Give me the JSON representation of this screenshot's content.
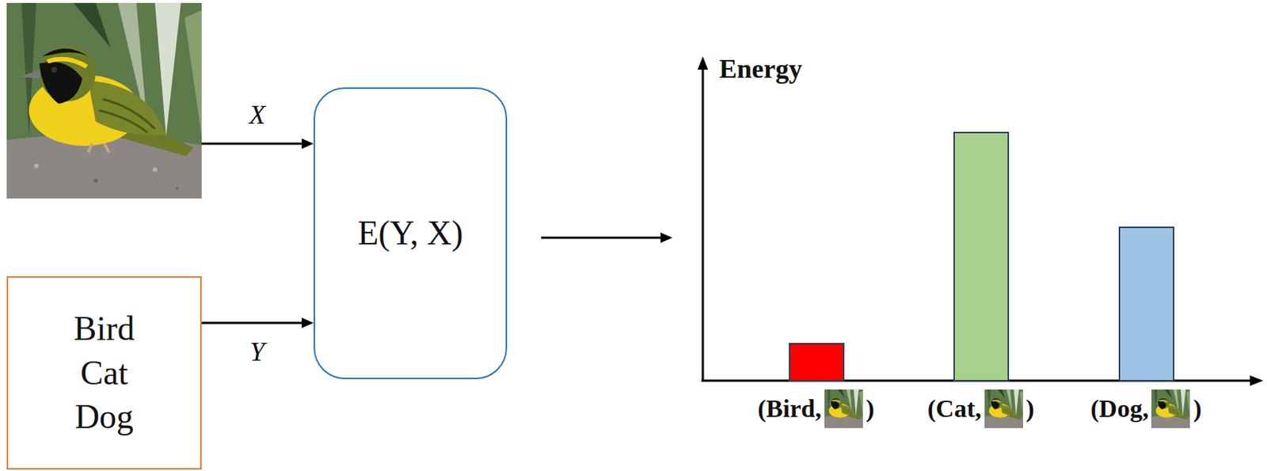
{
  "diagram": {
    "nodes": [
      {
        "text": [
          "Bird",
          "Cat",
          "Dog"
        ]
      },
      {
        "text": [
          "E(Y, X)"
        ]
      }
    ],
    "edges": [
      {
        "from": 0,
        "to": 1,
        "label": "Y",
        "arrow": "to"
      }
    ],
    "labels": [
      "X",
      "Energy",
      "(Bird,",
      ")",
      "(Cat,",
      ")",
      "(Dog,",
      ")"
    ]
  }
}
